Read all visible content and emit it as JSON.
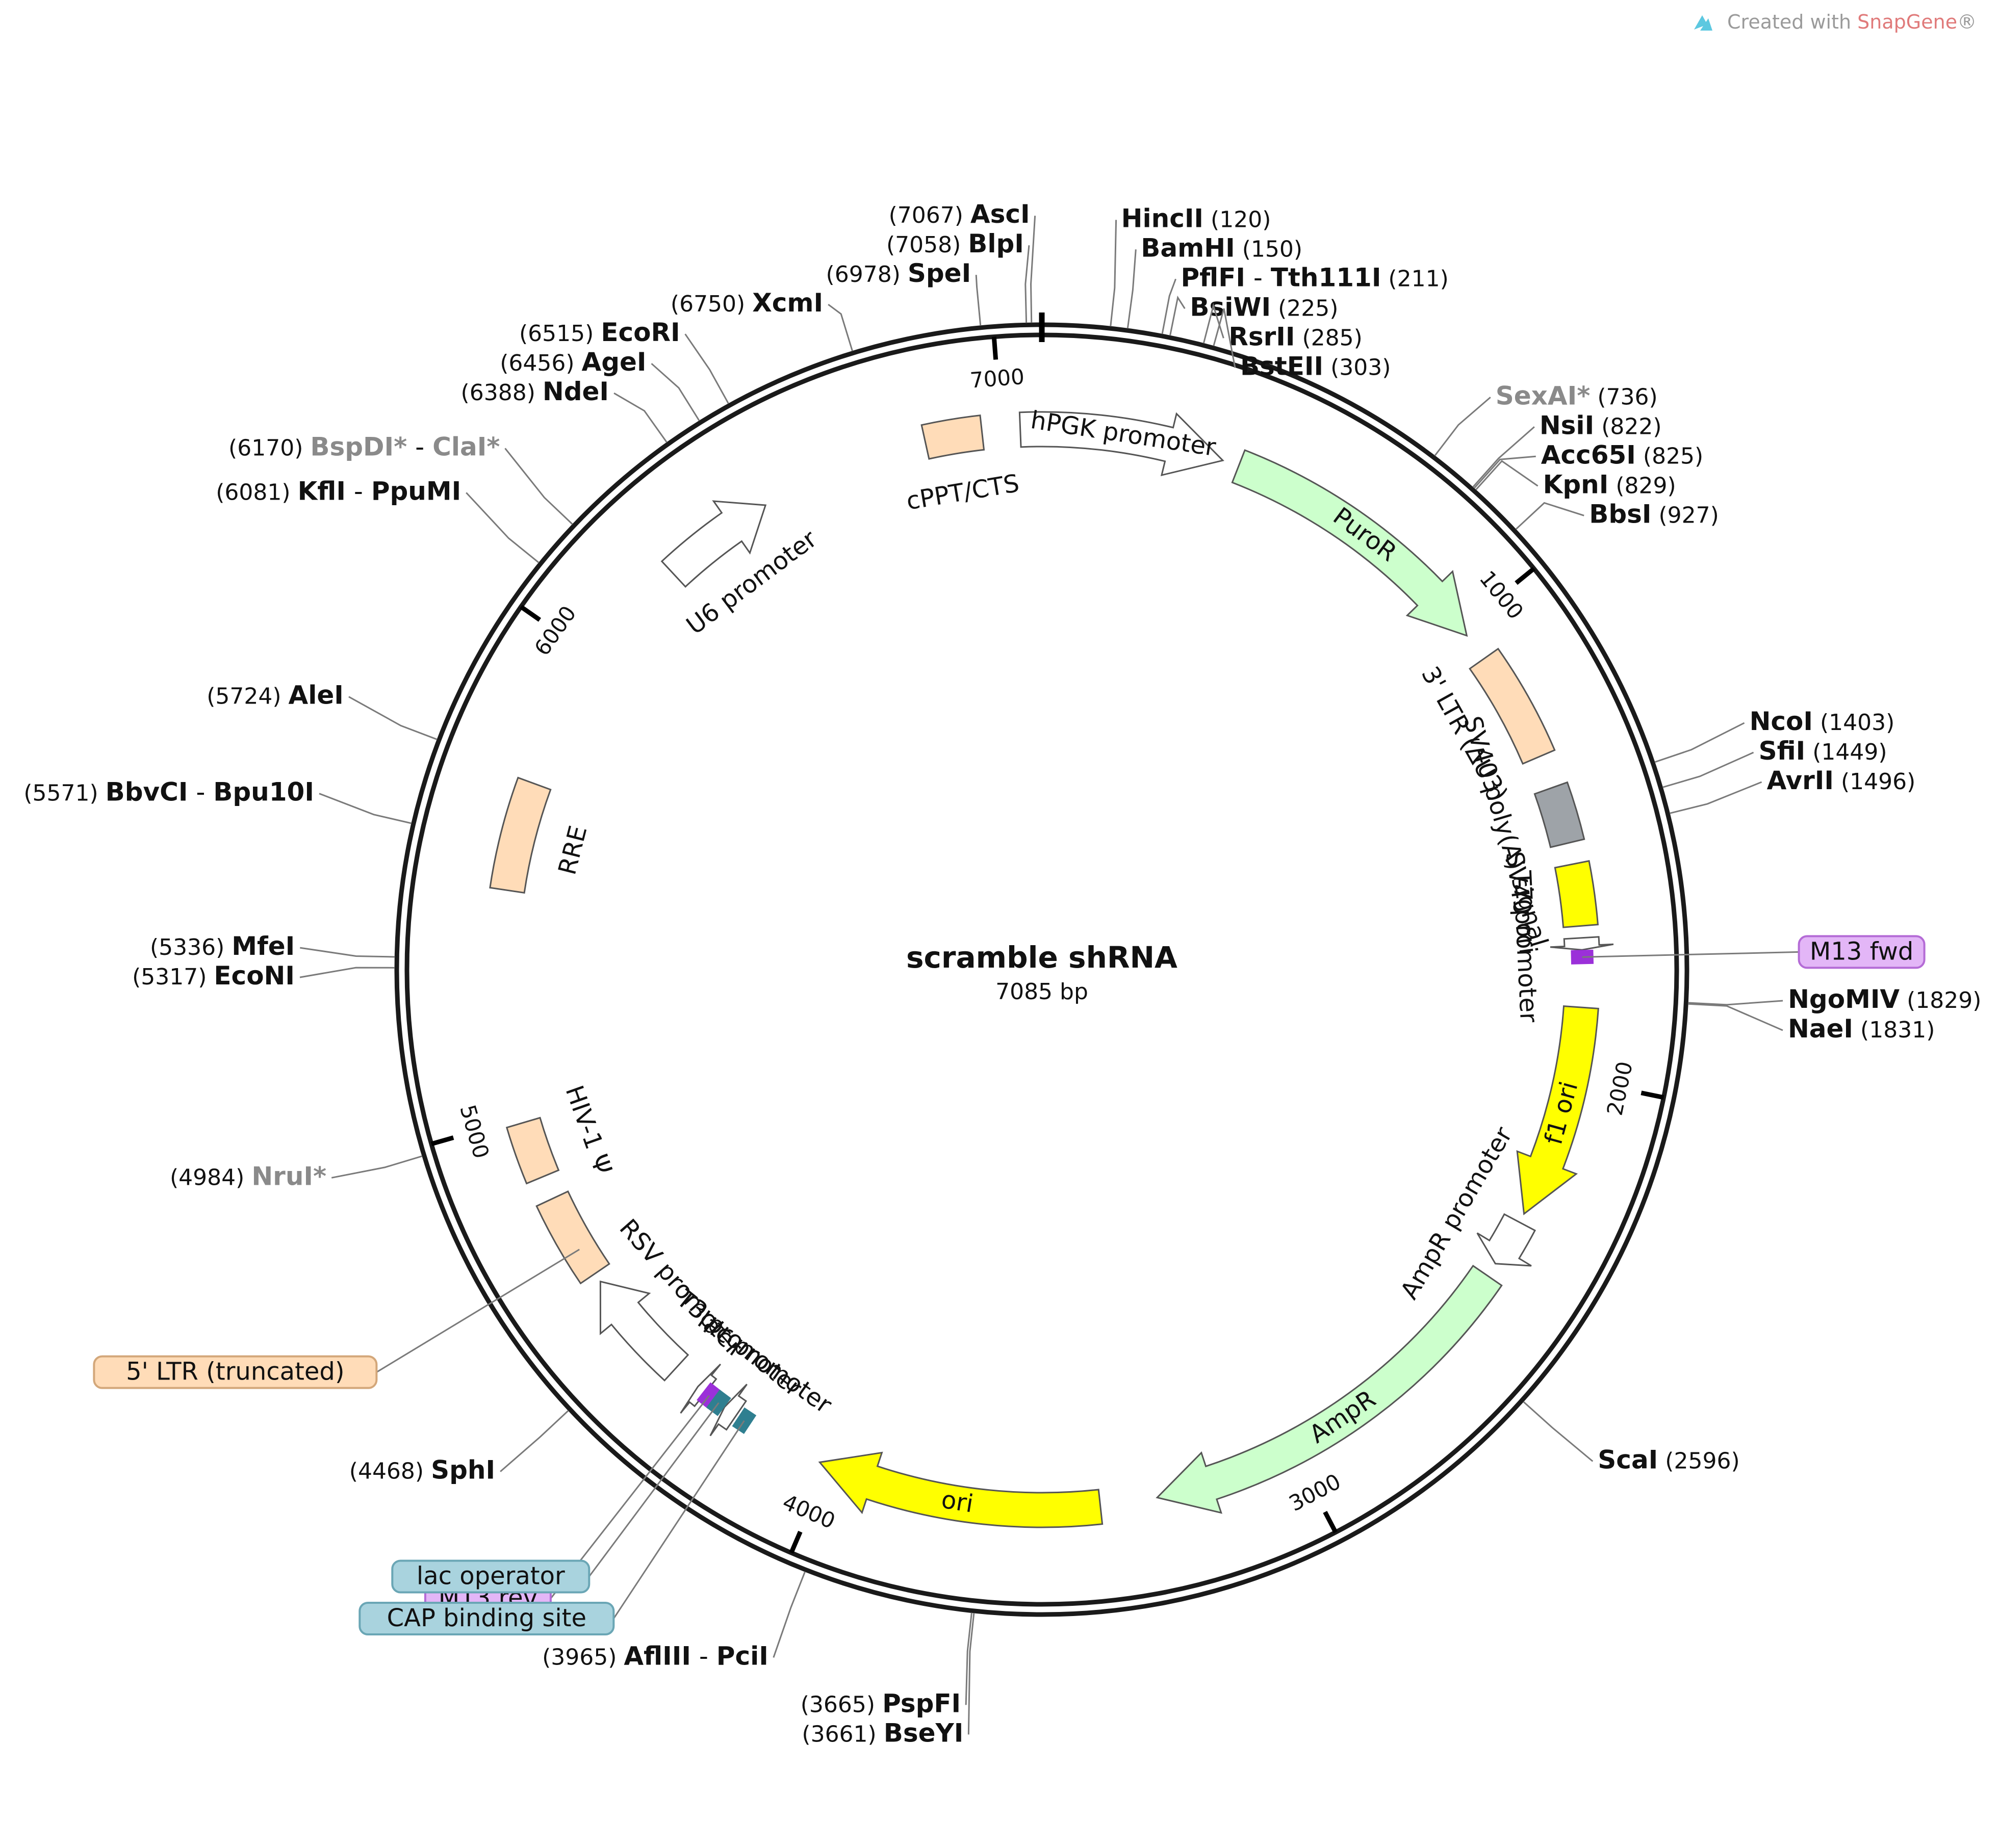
{
  "watermark": {
    "prefix": "Created with ",
    "brand": "SnapGene",
    "suffix": "®"
  },
  "plasmid": {
    "name": "scramble shRNA",
    "size_label": "7085 bp",
    "length": 7085
  },
  "ticks": [
    {
      "pos": 1000,
      "label": "1000"
    },
    {
      "pos": 2000,
      "label": "2000"
    },
    {
      "pos": 3000,
      "label": "3000"
    },
    {
      "pos": 4000,
      "label": "4000"
    },
    {
      "pos": 5000,
      "label": "5000"
    },
    {
      "pos": 6000,
      "label": "6000"
    },
    {
      "pos": 7000,
      "label": "7000"
    }
  ],
  "features": [
    {
      "name": "hPGK promoter",
      "start": 7040,
      "end": 385,
      "type": "arrow",
      "color": "#ffffff",
      "label": "hPGK promoter"
    },
    {
      "name": "PuroR",
      "start": 420,
      "end": 1020,
      "type": "arrow",
      "color": "#ccffcc",
      "label": "PuroR"
    },
    {
      "name": "3' LTR (ΔU3)",
      "start": 1080,
      "end": 1315,
      "type": "box",
      "color": "#ffdcb8",
      "label": "3' LTR (ΔU3)"
    },
    {
      "name": "SV40 poly(A) signal",
      "start": 1385,
      "end": 1505,
      "type": "box",
      "color": "#9ea3a8",
      "label": "SV40 poly(A) signal"
    },
    {
      "name": "SV40 ori",
      "start": 1550,
      "end": 1680,
      "type": "box",
      "color": "#ffff00",
      "label": "SV40 ori"
    },
    {
      "name": "T7 promoter",
      "start": 1705,
      "end": 1730,
      "type": "arrow",
      "color": "#ffffff",
      "label": "T7 promoter"
    },
    {
      "name": "f1 ori",
      "start": 1850,
      "end": 2300,
      "type": "arrow",
      "color": "#ffff00",
      "label": "f1 ori"
    },
    {
      "name": "AmpR promoter",
      "start": 2320,
      "end": 2420,
      "type": "arrow",
      "color": "#ffffff",
      "label": "AmpR promoter"
    },
    {
      "name": "AmpR",
      "start": 2450,
      "end": 3300,
      "type": "arrow",
      "color": "#ccffcc",
      "label": "AmpR"
    },
    {
      "name": "ori",
      "start": 3420,
      "end": 4020,
      "type": "arrow",
      "color": "#ffff00",
      "label": "ori"
    },
    {
      "name": "lac promoter",
      "start": 4220,
      "end": 4250,
      "type": "arrow",
      "color": "#ffffff",
      "label": "lac promoter"
    },
    {
      "name": "T3 promoter",
      "start": 4300,
      "end": 4320,
      "type": "arrow",
      "color": "#ffffff",
      "label": "T3 promoter"
    },
    {
      "name": "RSV promoter",
      "start": 4380,
      "end": 4620,
      "type": "arrow",
      "color": "#ffffff",
      "label": "RSV promoter"
    },
    {
      "name": "5' LTR (truncated)",
      "start": 4640,
      "end": 4820,
      "type": "box",
      "color": "#ffdcb8",
      "label": ""
    },
    {
      "name": "HIV-1 Ψ",
      "start": 4870,
      "end": 4990,
      "type": "box",
      "color": "#ffdcb8",
      "label": "HIV-1 Ψ"
    },
    {
      "name": "RRE",
      "start": 5480,
      "end": 5710,
      "type": "box",
      "color": "#ffdcb8",
      "label": "RRE"
    },
    {
      "name": "U6 promoter",
      "start": 6240,
      "end": 6480,
      "type": "arrow",
      "color": "#ffffff",
      "label": "U6 promoter"
    },
    {
      "name": "cPPT/CTS",
      "start": 6840,
      "end": 6960,
      "type": "box",
      "color": "#ffdcb8",
      "label": "cPPT/CTS"
    }
  ],
  "small_features": [
    {
      "name": "M13 fwd",
      "pos": 1745,
      "color": "#9b30d9"
    },
    {
      "name": "M13 rev",
      "pos": 4290,
      "color": "#9b30d9"
    },
    {
      "name": "lac operator",
      "pos": 4265,
      "color": "#2f7f90"
    },
    {
      "name": "CAP binding site",
      "pos": 4200,
      "color": "#2f7f90"
    }
  ],
  "badges": [
    {
      "label": "M13 fwd",
      "color": "#e3b6f7",
      "border": "#b46bd6",
      "pos": 1745
    },
    {
      "label": "5' LTR (truncated)",
      "color": "#ffdcb8",
      "border": "#d3a77a",
      "pos": 4700
    },
    {
      "label": "M13 rev",
      "color": "#e3b6f7",
      "border": "#b46bd6",
      "pos": 4290
    },
    {
      "label": "lac operator",
      "color": "#a9d3de",
      "border": "#6aa6b5",
      "pos": 4265
    },
    {
      "label": "CAP binding site",
      "color": "#a9d3de",
      "border": "#6aa6b5",
      "pos": 4200
    }
  ],
  "enzymes": [
    {
      "pos": 7067,
      "pos_label": "(7067)",
      "names": [
        "AscI"
      ],
      "grey": false
    },
    {
      "pos": 7058,
      "pos_label": "(7058)",
      "names": [
        "BlpI"
      ],
      "grey": false
    },
    {
      "pos": 6978,
      "pos_label": "(6978)",
      "names": [
        "SpeI"
      ],
      "grey": false
    },
    {
      "pos": 6750,
      "pos_label": "(6750)",
      "names": [
        "XcmI"
      ],
      "grey": false
    },
    {
      "pos": 6515,
      "pos_label": "(6515)",
      "names": [
        "EcoRI"
      ],
      "grey": false
    },
    {
      "pos": 6456,
      "pos_label": "(6456)",
      "names": [
        "AgeI"
      ],
      "grey": false
    },
    {
      "pos": 6388,
      "pos_label": "(6388)",
      "names": [
        "NdeI"
      ],
      "grey": false
    },
    {
      "pos": 6170,
      "pos_label": "(6170)",
      "names": [
        "BspDI*",
        "ClaI*"
      ],
      "grey": true
    },
    {
      "pos": 6081,
      "pos_label": "(6081)",
      "names": [
        "KflI",
        "PpuMI"
      ],
      "grey": false
    },
    {
      "pos": 5724,
      "pos_label": "(5724)",
      "names": [
        "AleI"
      ],
      "grey": false
    },
    {
      "pos": 5571,
      "pos_label": "(5571)",
      "names": [
        "BbvCI",
        "Bpu10I"
      ],
      "grey": false
    },
    {
      "pos": 5336,
      "pos_label": "(5336)",
      "names": [
        "MfeI"
      ],
      "grey": false
    },
    {
      "pos": 5317,
      "pos_label": "(5317)",
      "names": [
        "EcoNI"
      ],
      "grey": false
    },
    {
      "pos": 4984,
      "pos_label": "(4984)",
      "names": [
        "NruI*"
      ],
      "grey": true
    },
    {
      "pos": 4468,
      "pos_label": "(4468)",
      "names": [
        "SphI"
      ],
      "grey": false
    },
    {
      "pos": 3965,
      "pos_label": "(3965)",
      "names": [
        "AflIII",
        "PciI"
      ],
      "grey": false
    },
    {
      "pos": 3665,
      "pos_label": "(3665)",
      "names": [
        "PspFI"
      ],
      "grey": false
    },
    {
      "pos": 3661,
      "pos_label": "(3661)",
      "names": [
        "BseYI"
      ],
      "grey": false
    },
    {
      "pos": 120,
      "pos_label": "(120)",
      "names": [
        "HincII"
      ],
      "grey": false
    },
    {
      "pos": 150,
      "pos_label": "(150)",
      "names": [
        "BamHI"
      ],
      "grey": false
    },
    {
      "pos": 211,
      "pos_label": "(211)",
      "names": [
        "PflFI",
        "Tth111I"
      ],
      "grey": false
    },
    {
      "pos": 225,
      "pos_label": "(225)",
      "names": [
        "BsiWI"
      ],
      "grey": false
    },
    {
      "pos": 285,
      "pos_label": "(285)",
      "names": [
        "RsrII"
      ],
      "grey": false
    },
    {
      "pos": 303,
      "pos_label": "(303)",
      "names": [
        "BstEII"
      ],
      "grey": false
    },
    {
      "pos": 736,
      "pos_label": "(736)",
      "names": [
        "SexAI*"
      ],
      "grey": true
    },
    {
      "pos": 822,
      "pos_label": "(822)",
      "names": [
        "NsiI"
      ],
      "grey": false
    },
    {
      "pos": 825,
      "pos_label": "(825)",
      "names": [
        "Acc65I"
      ],
      "grey": false
    },
    {
      "pos": 829,
      "pos_label": "(829)",
      "names": [
        "KpnI"
      ],
      "grey": false
    },
    {
      "pos": 927,
      "pos_label": "(927)",
      "names": [
        "BbsI"
      ],
      "grey": false
    },
    {
      "pos": 1403,
      "pos_label": "(1403)",
      "names": [
        "NcoI"
      ],
      "grey": false
    },
    {
      "pos": 1449,
      "pos_label": "(1449)",
      "names": [
        "SfiI"
      ],
      "grey": false
    },
    {
      "pos": 1496,
      "pos_label": "(1496)",
      "names": [
        "AvrII"
      ],
      "grey": false
    },
    {
      "pos": 1829,
      "pos_label": "(1829)",
      "names": [
        "NgoMIV"
      ],
      "grey": false
    },
    {
      "pos": 1831,
      "pos_label": "(1831)",
      "names": [
        "NaeI"
      ],
      "grey": false
    },
    {
      "pos": 2596,
      "pos_label": "(2596)",
      "names": [
        "ScaI"
      ],
      "grey": false
    }
  ]
}
